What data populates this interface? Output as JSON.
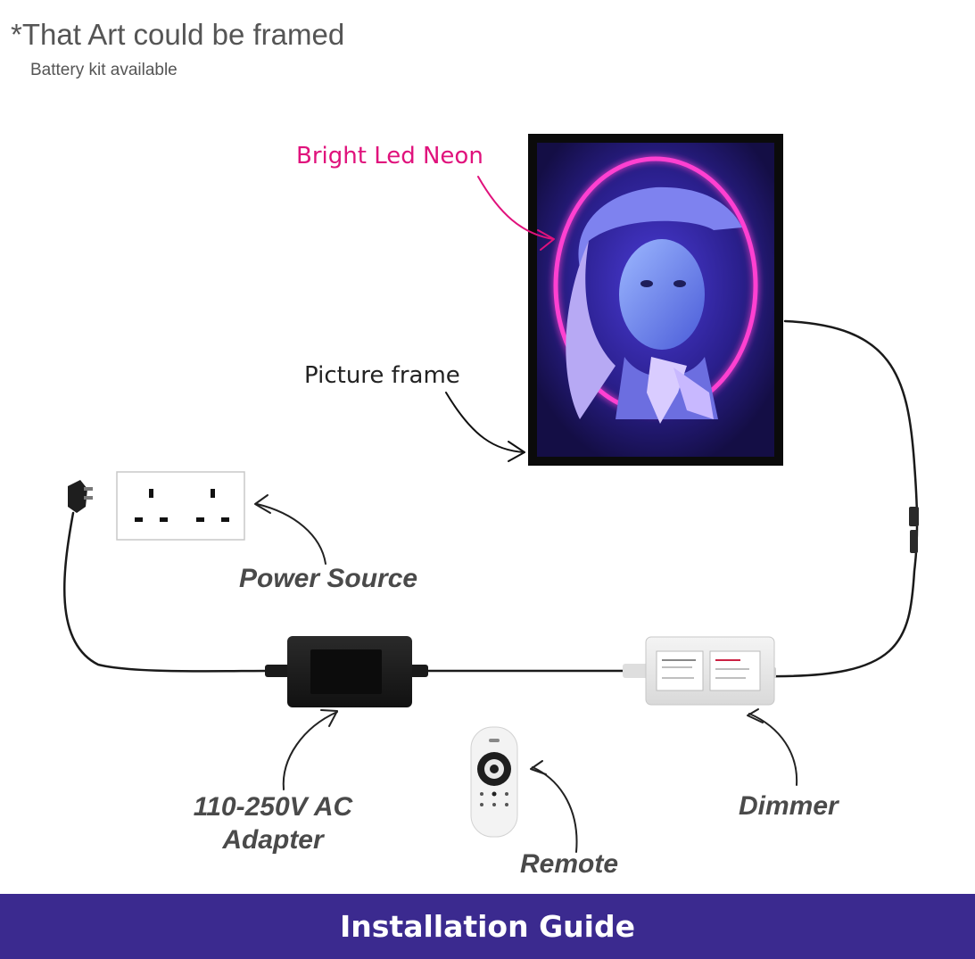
{
  "header": {
    "title": "*That Art could be framed",
    "subtitle": "Battery kit available"
  },
  "labels": {
    "neon": "Bright Led Neon",
    "frame": "Picture frame",
    "power_source": "Power Source",
    "adapter_line1": "110-250V AC",
    "adapter_line2": "Adapter",
    "remote": "Remote",
    "dimmer": "Dimmer"
  },
  "footer": {
    "title": "Installation Guide"
  },
  "colors": {
    "neon_label": "#e0127c",
    "neon_glow": "#ff3fd1",
    "footer_band": "#3b2a8f",
    "text_gray": "#555555"
  }
}
